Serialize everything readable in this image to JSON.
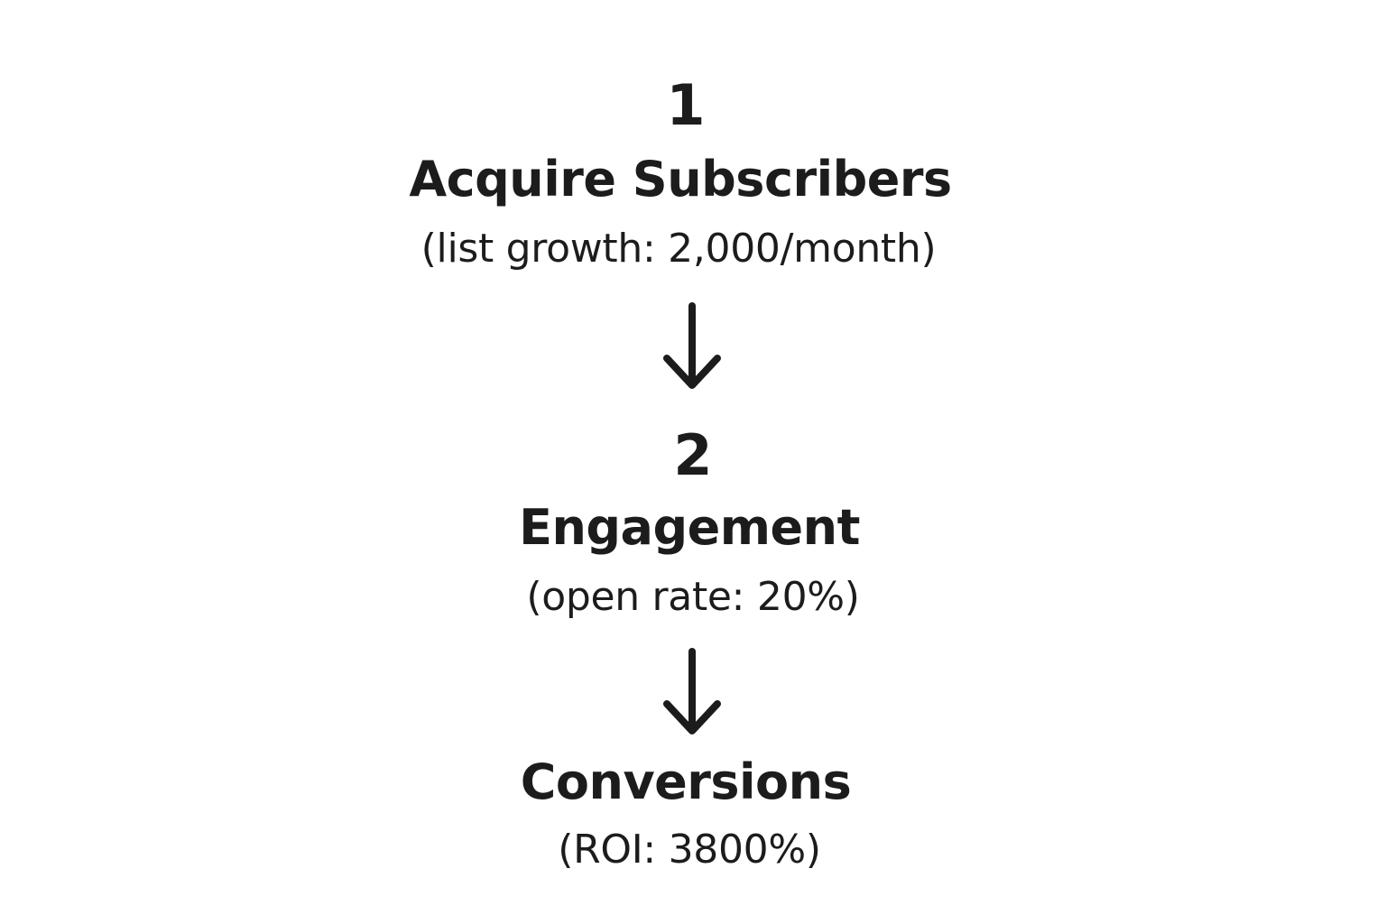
{
  "steps": [
    {
      "number": "1",
      "title": "Acquire Subscribers",
      "detail": "(list growth: 2,000/month)"
    },
    {
      "number": "2",
      "title": "Engagement",
      "detail": "(open rate: 20%)"
    },
    {
      "number": "",
      "title": "Conversions",
      "detail": "(ROI: 3800%)"
    }
  ],
  "connector_icon": "arrow-down-icon",
  "colors": {
    "text": "#1c1c1c",
    "background": "#ffffff"
  }
}
